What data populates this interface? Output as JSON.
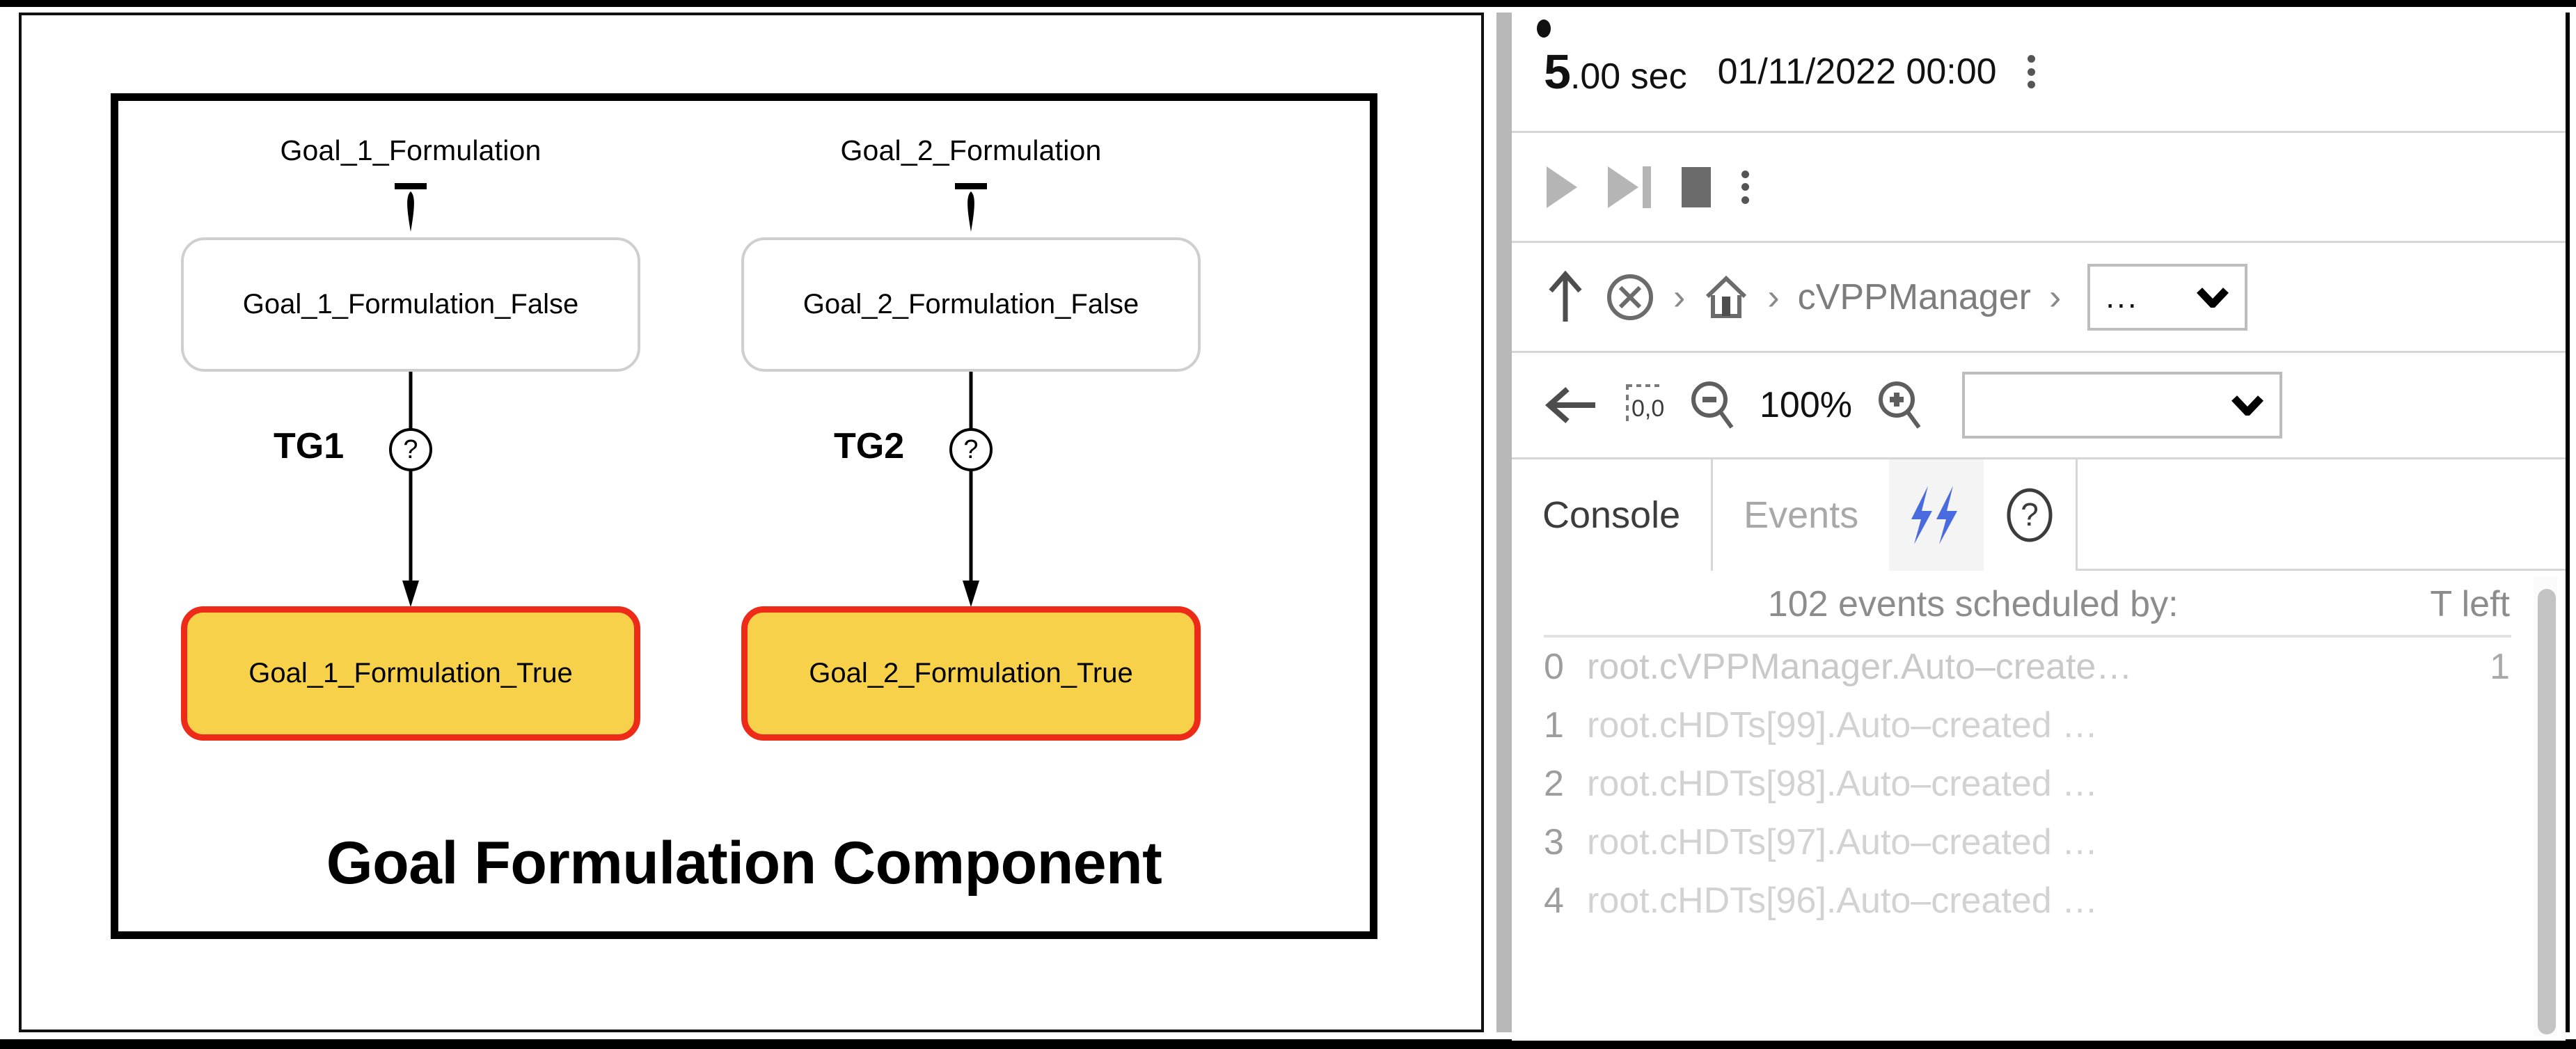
{
  "diagram": {
    "title": "Goal Formulation Component",
    "columns": [
      {
        "caption": "Goal_1_Formulation",
        "false_state": "Goal_1_Formulation_False",
        "true_state": "Goal_1_Formulation_True",
        "transition_label": "TG1",
        "transition_marker": "?"
      },
      {
        "caption": "Goal_2_Formulation",
        "false_state": "Goal_2_Formulation_False",
        "true_state": "Goal_2_Formulation_True",
        "transition_label": "TG2",
        "transition_marker": "?"
      }
    ],
    "colors": {
      "active_state_fill": "#F8D14A",
      "active_state_border": "#EE2B19",
      "inactive_state_border": "#CFCFCF",
      "frame_border": "#000000"
    }
  },
  "console": {
    "time": {
      "value_big": "5",
      "value_rest": ".00 sec",
      "date": "01/11/2022 00:00",
      "menu_icon": "kebab-menu-icon"
    },
    "transport": {
      "play_icon": "play-icon",
      "step_icon": "step-forward-icon",
      "stop_icon": "stop-icon",
      "menu_icon": "kebab-menu-icon"
    },
    "breadcrumb": {
      "up_icon": "arrow-up-icon",
      "close_icon": "circle-x-icon",
      "home_icon": "home-icon",
      "separator": "›",
      "path_item": "cVPPManager",
      "selector_value": "...",
      "chevron_icon": "chevron-down-icon"
    },
    "zoom": {
      "back_icon": "arrow-left-icon",
      "origin_icon": "zero-zero-origin-icon",
      "zoom_out_icon": "zoom-out-icon",
      "level": "100%",
      "zoom_in_icon": "zoom-in-icon",
      "selector_value": "",
      "chevron_icon": "chevron-down-icon"
    },
    "tabs": [
      {
        "label": "Console",
        "state": "active"
      },
      {
        "label": "Events",
        "state": "inactive"
      }
    ],
    "tab_icons": {
      "events_bolt_icon": "double-lightning-bolt-icon",
      "help_icon": "question-circle-icon",
      "bolt_color": "#4A6BE0"
    },
    "events": {
      "header_title": "102 events scheduled by:",
      "header_tleft": "T left",
      "rows": [
        {
          "index": "0",
          "name": "root.cVPPManager.Auto–create…",
          "t_left": "1"
        },
        {
          "index": "1",
          "name": "root.cHDTs[99].Auto–created …",
          "t_left": ""
        },
        {
          "index": "2",
          "name": "root.cHDTs[98].Auto–created …",
          "t_left": ""
        },
        {
          "index": "3",
          "name": "root.cHDTs[97].Auto–created …",
          "t_left": ""
        },
        {
          "index": "4",
          "name": "root.cHDTs[96].Auto–created …",
          "t_left": ""
        }
      ]
    }
  }
}
